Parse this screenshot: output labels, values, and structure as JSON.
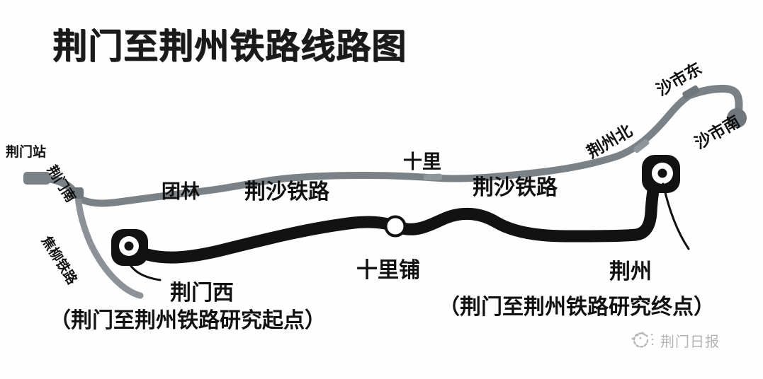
{
  "title": "荆门至荆州铁路线路图",
  "map": {
    "colors": {
      "existing_line": "#7b8287",
      "planned_line": "#121212",
      "background": "#fefefe",
      "label_text": "#111111",
      "watermark_text": "#555a5e"
    },
    "legend_lines": [
      {
        "name": "荆沙铁路",
        "style": "gray-existing"
      },
      {
        "name": "焦柳铁路",
        "style": "gray-existing"
      }
    ],
    "stations": [
      {
        "id": "jingmen-zhan",
        "label": "荆门站",
        "type": "terminus",
        "line": "existing"
      },
      {
        "id": "jingmen-nan",
        "label": "荆门南",
        "type": "station",
        "line": "existing"
      },
      {
        "id": "tuanlin",
        "label": "团林",
        "type": "station",
        "line": "existing"
      },
      {
        "id": "shili",
        "label": "十里",
        "type": "station",
        "line": "existing"
      },
      {
        "id": "jingzhou-bei",
        "label": "荆州北",
        "type": "station",
        "line": "existing"
      },
      {
        "id": "shashi-dong",
        "label": "沙市东",
        "type": "station",
        "line": "existing"
      },
      {
        "id": "shashi-nan",
        "label": "沙市南",
        "type": "terminus",
        "line": "existing"
      },
      {
        "id": "jingmen-xi",
        "label": "荆门西",
        "type": "terminus",
        "line": "planned"
      },
      {
        "id": "shilipu",
        "label": "十里铺",
        "type": "station",
        "line": "planned"
      },
      {
        "id": "jingzhou",
        "label": "荆州",
        "type": "terminus",
        "line": "planned"
      }
    ],
    "line_labels": [
      {
        "id": "jingsha-west",
        "text": "荆沙铁路"
      },
      {
        "id": "jingsha-east",
        "text": "荆沙铁路"
      },
      {
        "id": "jiaoliu",
        "text": "焦柳铁路"
      }
    ],
    "annotations": {
      "start_point": "（荆门至荆州铁路研究起点）",
      "end_point": "（荆门至荆州铁路研究终点）"
    }
  },
  "watermark": {
    "text": "荆门日报",
    "icon": "wechat-official-account-icon"
  }
}
